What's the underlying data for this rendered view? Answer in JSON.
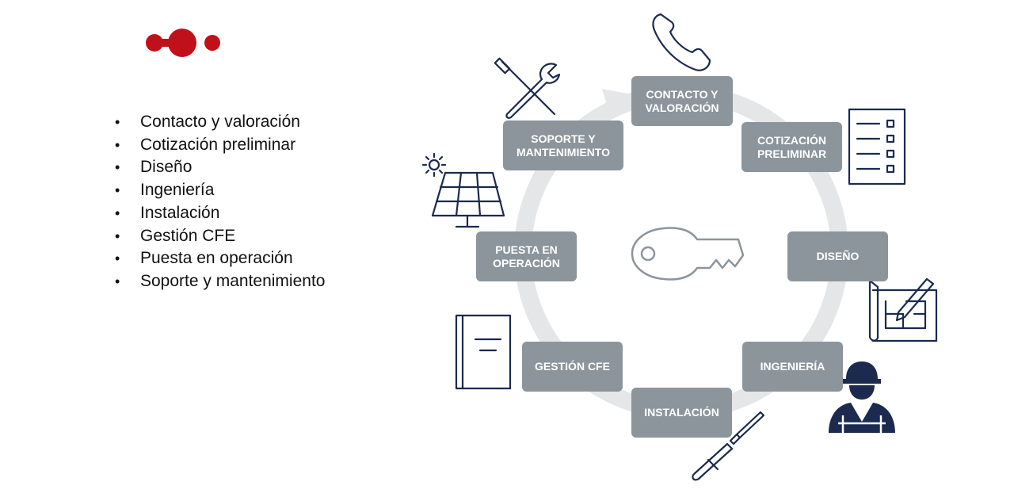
{
  "brand": {
    "accent_color": "#c0101a",
    "icon_color": "#1b2a4e",
    "step_color": "#8c959c",
    "ring_color": "#e6e8e9"
  },
  "bullet_list": {
    "items": [
      "Contacto y valoración",
      "Cotización preliminar",
      "Diseño",
      "Ingeniería",
      "Instalación",
      "Gestión CFE",
      "Puesta en operación",
      "Soporte y mantenimiento"
    ]
  },
  "cycle": {
    "steps": [
      {
        "label": "Contacto y valoración",
        "icon": "phone-icon"
      },
      {
        "label": "Cotización preliminar",
        "icon": "checklist-icon"
      },
      {
        "label": "Diseño",
        "icon": "blueprint-pencil-icon"
      },
      {
        "label": "Ingeniería",
        "icon": "engineer-icon"
      },
      {
        "label": "Instalación",
        "icon": "screwdriver-icon"
      },
      {
        "label": "Gestión CFE",
        "icon": "document-icon"
      },
      {
        "label": "Puesta en operación",
        "icon": "solar-panel-icon"
      },
      {
        "label": "Soporte y mantenimiento",
        "icon": "tools-icon"
      }
    ],
    "center_icon": "key-icon"
  }
}
